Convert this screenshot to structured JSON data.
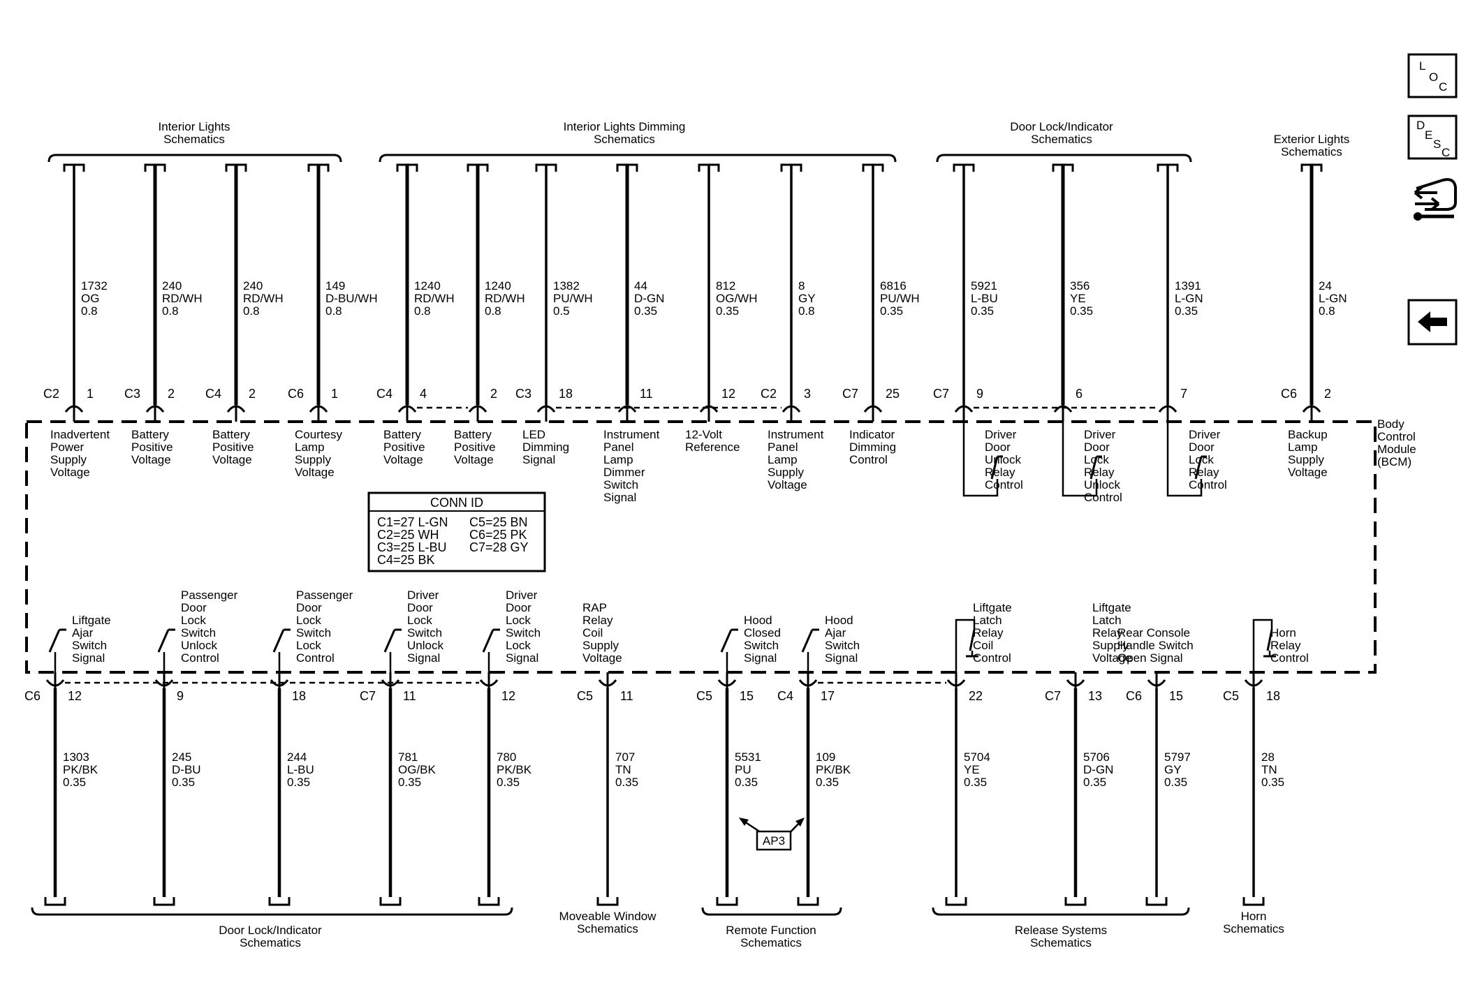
{
  "top_groups": [
    {
      "lines": [
        "Interior Lights",
        "Schematics"
      ]
    },
    {
      "lines": [
        "Interior Lights Dimming",
        "Schematics"
      ]
    },
    {
      "lines": [
        "Door Lock/Indicator",
        "Schematics"
      ]
    },
    {
      "lines": [
        "Exterior Lights",
        "Schematics"
      ]
    }
  ],
  "top_wires": [
    {
      "wire": [
        "1732",
        "OG",
        "0.8"
      ],
      "conn": "C2",
      "pin": "1",
      "label": [
        "Inadvertent",
        "Power",
        "Supply",
        "Voltage"
      ]
    },
    {
      "wire": [
        "240",
        "RD/WH",
        "0.8"
      ],
      "conn": "C3",
      "pin": "2",
      "label": [
        "Battery",
        "Positive",
        "Voltage"
      ]
    },
    {
      "wire": [
        "240",
        "RD/WH",
        "0.8"
      ],
      "conn": "C4",
      "pin": "2",
      "label": [
        "Battery",
        "Positive",
        "Voltage"
      ]
    },
    {
      "wire": [
        "149",
        "D-BU/WH",
        "0.8"
      ],
      "conn": "C6",
      "pin": "1",
      "label": [
        "Courtesy",
        "Lamp",
        "Supply",
        "Voltage"
      ]
    },
    {
      "wire": [
        "1240",
        "RD/WH",
        "0.8"
      ],
      "conn": "C4",
      "pin": "4",
      "label": [
        "Battery",
        "Positive",
        "Voltage"
      ]
    },
    {
      "wire": [
        "1240",
        "RD/WH",
        "0.8"
      ],
      "conn": "",
      "pin": "2",
      "label": [
        "Battery",
        "Positive",
        "Voltage"
      ]
    },
    {
      "wire": [
        "1382",
        "PU/WH",
        "0.5"
      ],
      "conn": "C3",
      "pin": "18",
      "label": [
        "LED",
        "Dimming",
        "Signal"
      ]
    },
    {
      "wire": [
        "44",
        "D-GN",
        "0.35"
      ],
      "conn": "",
      "pin": "11",
      "label": [
        "Instrument",
        "Panel",
        "Lamp",
        "Dimmer",
        "Switch",
        "Signal"
      ]
    },
    {
      "wire": [
        "812",
        "OG/WH",
        "0.35"
      ],
      "conn": "",
      "pin": "12",
      "label": [
        "12-Volt",
        "Reference"
      ]
    },
    {
      "wire": [
        "8",
        "GY",
        "0.8"
      ],
      "conn": "C2",
      "pin": "3",
      "label": [
        "Instrument",
        "Panel",
        "Lamp",
        "Supply",
        "Voltage"
      ]
    },
    {
      "wire": [
        "6816",
        "PU/WH",
        "0.35"
      ],
      "conn": "C7",
      "pin": "25",
      "label": [
        "Indicator",
        "Dimming",
        "Control"
      ]
    },
    {
      "wire": [
        "5921",
        "L-BU",
        "0.35"
      ],
      "conn": "C7",
      "pin": "9",
      "label": [
        "Driver",
        "Door",
        "Unlock",
        "Relay",
        "Control"
      ]
    },
    {
      "wire": [
        "356",
        "YE",
        "0.35"
      ],
      "conn": "",
      "pin": "6",
      "label": [
        "Driver",
        "Door",
        "Lock",
        "Relay",
        "Unlock",
        "Control"
      ]
    },
    {
      "wire": [
        "1391",
        "L-GN",
        "0.35"
      ],
      "conn": "",
      "pin": "7",
      "label": [
        "Driver",
        "Door",
        "Lock",
        "Relay",
        "Control"
      ]
    },
    {
      "wire": [
        "24",
        "L-GN",
        "0.8"
      ],
      "conn": "C6",
      "pin": "2",
      "label": [
        "Backup",
        "Lamp",
        "Supply",
        "Voltage"
      ]
    }
  ],
  "bottom_wires": [
    {
      "wire": [
        "1303",
        "PK/BK",
        "0.35"
      ],
      "conn": "C6",
      "pin": "12",
      "label": [
        "Liftgate",
        "Ajar",
        "Switch",
        "Signal"
      ]
    },
    {
      "wire": [
        "245",
        "D-BU",
        "0.35"
      ],
      "conn": "",
      "pin": "9",
      "label": [
        "Passenger",
        "Door",
        "Lock",
        "Switch",
        "Unlock",
        "Control"
      ]
    },
    {
      "wire": [
        "244",
        "L-BU",
        "0.35"
      ],
      "conn": "",
      "pin": "18",
      "label": [
        "Passenger",
        "Door",
        "Lock",
        "Switch",
        "Lock",
        "Control"
      ]
    },
    {
      "wire": [
        "781",
        "OG/BK",
        "0.35"
      ],
      "conn": "C7",
      "pin": "11",
      "label": [
        "Driver",
        "Door",
        "Lock",
        "Switch",
        "Unlock",
        "Signal"
      ]
    },
    {
      "wire": [
        "780",
        "PK/BK",
        "0.35"
      ],
      "conn": "",
      "pin": "12",
      "label": [
        "Driver",
        "Door",
        "Lock",
        "Switch",
        "Lock",
        "Signal"
      ]
    },
    {
      "wire": [
        "707",
        "TN",
        "0.35"
      ],
      "conn": "C5",
      "pin": "11",
      "label": [
        "RAP",
        "Relay",
        "Coil",
        "Supply",
        "Voltage"
      ]
    },
    {
      "wire": [
        "5531",
        "PU",
        "0.35"
      ],
      "conn": "C5",
      "pin": "15",
      "label": [
        "Hood",
        "Closed",
        "Switch",
        "Signal"
      ]
    },
    {
      "wire": [
        "109",
        "PK/BK",
        "0.35"
      ],
      "conn": "C4",
      "pin": "17",
      "label": [
        "Hood",
        "Ajar",
        "Switch",
        "Signal"
      ]
    },
    {
      "wire": [
        "5704",
        "YE",
        "0.35"
      ],
      "conn": "",
      "pin": "22",
      "label": [
        "Liftgate",
        "Latch",
        "Relay",
        "Coil",
        "Control"
      ]
    },
    {
      "wire": [
        "5706",
        "D-GN",
        "0.35"
      ],
      "conn": "C7",
      "pin": "13",
      "label": [
        "Liftgate",
        "Latch",
        "Relay",
        "Supply",
        "Voltage"
      ]
    },
    {
      "wire": [
        "5797",
        "GY",
        "0.35"
      ],
      "conn": "C6",
      "pin": "15",
      "label": [
        "Rear Console",
        "Handle Switch",
        "Open Signal"
      ]
    },
    {
      "wire": [
        "28",
        "TN",
        "0.35"
      ],
      "conn": "C5",
      "pin": "18",
      "label": [
        "Horn",
        "Relay",
        "Control"
      ]
    }
  ],
  "bottom_groups": [
    {
      "lines": [
        "Door Lock/Indicator",
        "Schematics"
      ]
    },
    {
      "lines": [
        "Moveable Window",
        "Schematics"
      ]
    },
    {
      "lines": [
        "Remote Function",
        "Schematics"
      ]
    },
    {
      "lines": [
        "Release Systems",
        "Schematics"
      ]
    },
    {
      "lines": [
        "Horn",
        "Schematics"
      ]
    }
  ],
  "module_label": [
    "Body",
    "Control",
    "Module",
    "(BCM)"
  ],
  "conn_id": {
    "title": "CONN ID",
    "left": [
      "C1=27 L-GN",
      "C2=25 WH",
      "C3=25 L-BU",
      "C4=25 BK"
    ],
    "right": [
      "C5=25 BN",
      "C6=25 PK",
      "C7=28 GY"
    ]
  },
  "ap3_label": "AP3",
  "side_buttons": {
    "loc": [
      "L",
      "O",
      "C"
    ],
    "desc": [
      "D",
      "E",
      "S",
      "C"
    ],
    "arrow": "back-arrow-icon"
  }
}
